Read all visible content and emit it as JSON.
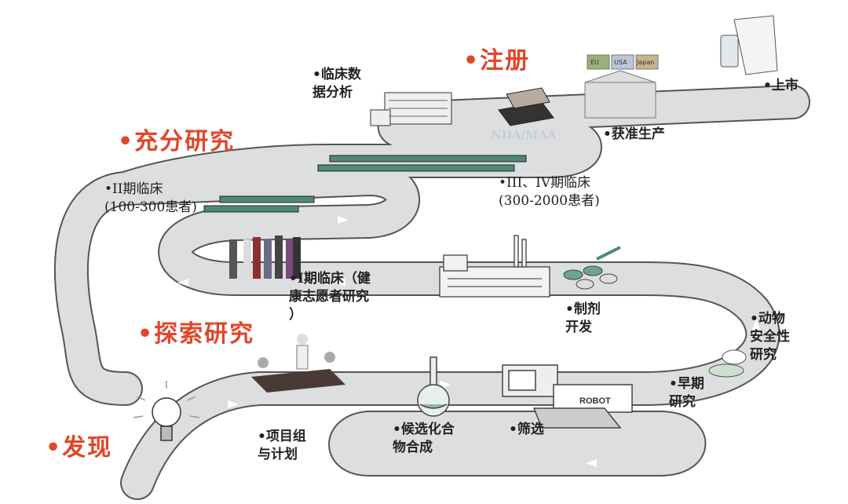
{
  "stages": {
    "registration": "•注册",
    "full_research": "•充分研究",
    "exploratory_research": "•探索研究",
    "discovery": "•发现"
  },
  "labels": {
    "clinical_data_analysis": "•临床数\n据分析",
    "nda_maa": "NDA/MAA",
    "approval": "•获准生产",
    "market": "•上市",
    "phase2": "•II期临床\n(100-300患者)",
    "phase3_4": "•III、IV期临床\n(300-2000患者)",
    "phase1": "•I期临床（健\n康志愿者研究\n）",
    "formulation": "•制剂\n开发",
    "animal_safety": "•动物\n安全性\n研究",
    "early_research": "•早期\n研究",
    "project_team": "•项目组\n与计划",
    "candidate_synthesis": "•候选化合\n物合成",
    "screening": "•筛选"
  },
  "flags": [
    "EU",
    "USA",
    "Japan"
  ],
  "robot_label": "ROBOT",
  "colors": {
    "title": "#e0462a",
    "road": "#dcdedf",
    "road_edge": "#555555",
    "bed": "#4e8a74"
  }
}
